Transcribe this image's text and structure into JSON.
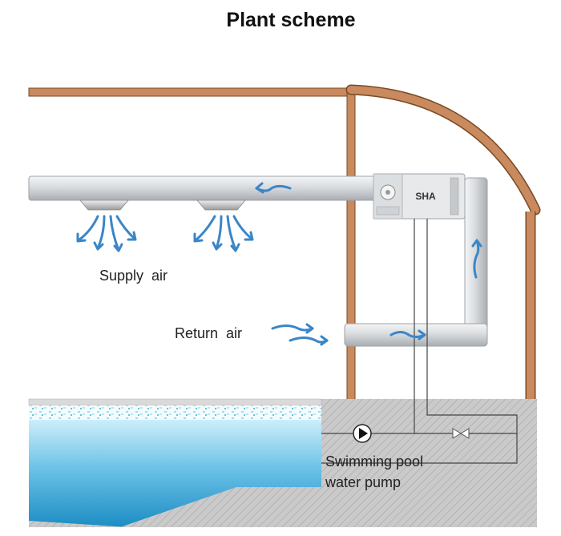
{
  "title": "Plant scheme",
  "labels": {
    "unit": "SHA",
    "supply_air": "Supply  air",
    "return_air": "Return  air",
    "pump_line1": "Swimming pool",
    "pump_line2": "water pump"
  },
  "colors": {
    "roof": "#c88a5e",
    "roof_outline": "#7a4a26",
    "duct": "#d3d6d9",
    "airflow_arrow": "#3a86c8",
    "water_light": "#c9ecf8",
    "water_dark": "#1f8ec6",
    "ground": "#c6c6c6",
    "tile_band": "#ffffff"
  },
  "icons": {
    "pump": "pump-symbol-icon",
    "valve": "valve-symbol-icon",
    "airflow": "airflow-arrow-icon",
    "diffuser": "ceiling-diffuser-icon"
  }
}
